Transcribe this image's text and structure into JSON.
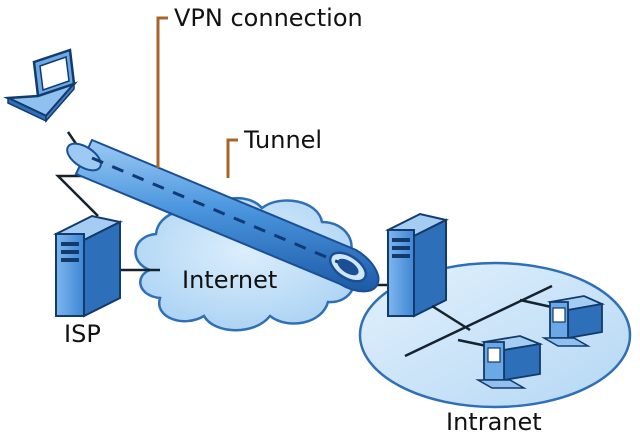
{
  "labels": {
    "vpn_connection": "VPN connection",
    "tunnel": "Tunnel",
    "internet": "Internet",
    "isp": "ISP",
    "intranet": "Intranet"
  },
  "colors": {
    "cloud_fill": "#b9dbf6",
    "cloud_stroke": "#2f6fb6",
    "tunnel_fill": "#4a95de",
    "tunnel_dark": "#1a4f95",
    "server_fill": "#5a9fe4",
    "leader_line": "#a8642a",
    "wire": "#15222f"
  }
}
